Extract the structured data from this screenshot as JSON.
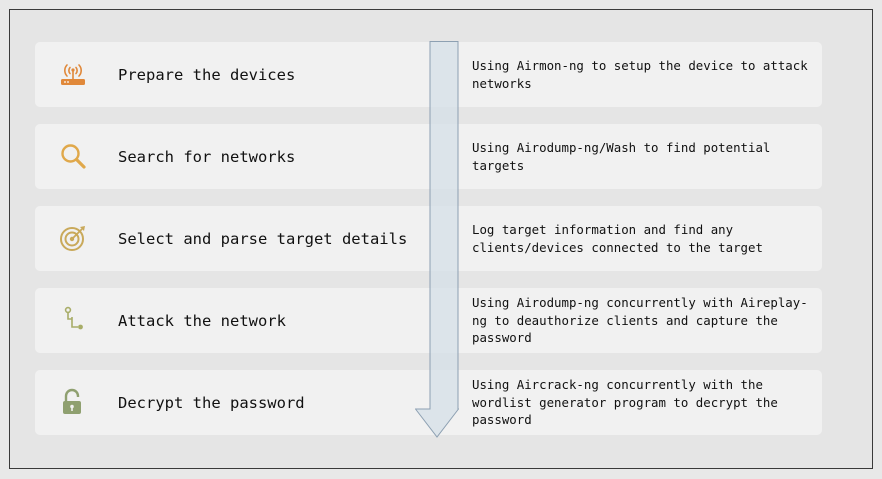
{
  "steps": [
    {
      "icon": "router-icon",
      "title": "Prepare the devices",
      "description": "Using Airmon-ng to setup the device to attack networks",
      "color": "#e0883a"
    },
    {
      "icon": "search-icon",
      "title": "Search for networks",
      "description": "Using Airodump-ng/Wash to find potential targets",
      "color": "#e0a84a"
    },
    {
      "icon": "target-icon",
      "title": "Select and parse target details",
      "description": "Log target information and find any clients/devices connected to the target",
      "color": "#c9a95a"
    },
    {
      "icon": "branch-icon",
      "title": "Attack the network",
      "description": "Using Airodump-ng concurrently with Aireplay-ng to deauthorize clients and capture the password",
      "color": "#a8ad68"
    },
    {
      "icon": "unlock-icon",
      "title": "Decrypt the password",
      "description": "Using Aircrack-ng concurrently with the wordlist generator program to decrypt the password",
      "color": "#8fa070"
    }
  ],
  "arrow": {
    "fill": "#d6e0e8",
    "stroke": "#8da0b2",
    "direction": "down"
  }
}
